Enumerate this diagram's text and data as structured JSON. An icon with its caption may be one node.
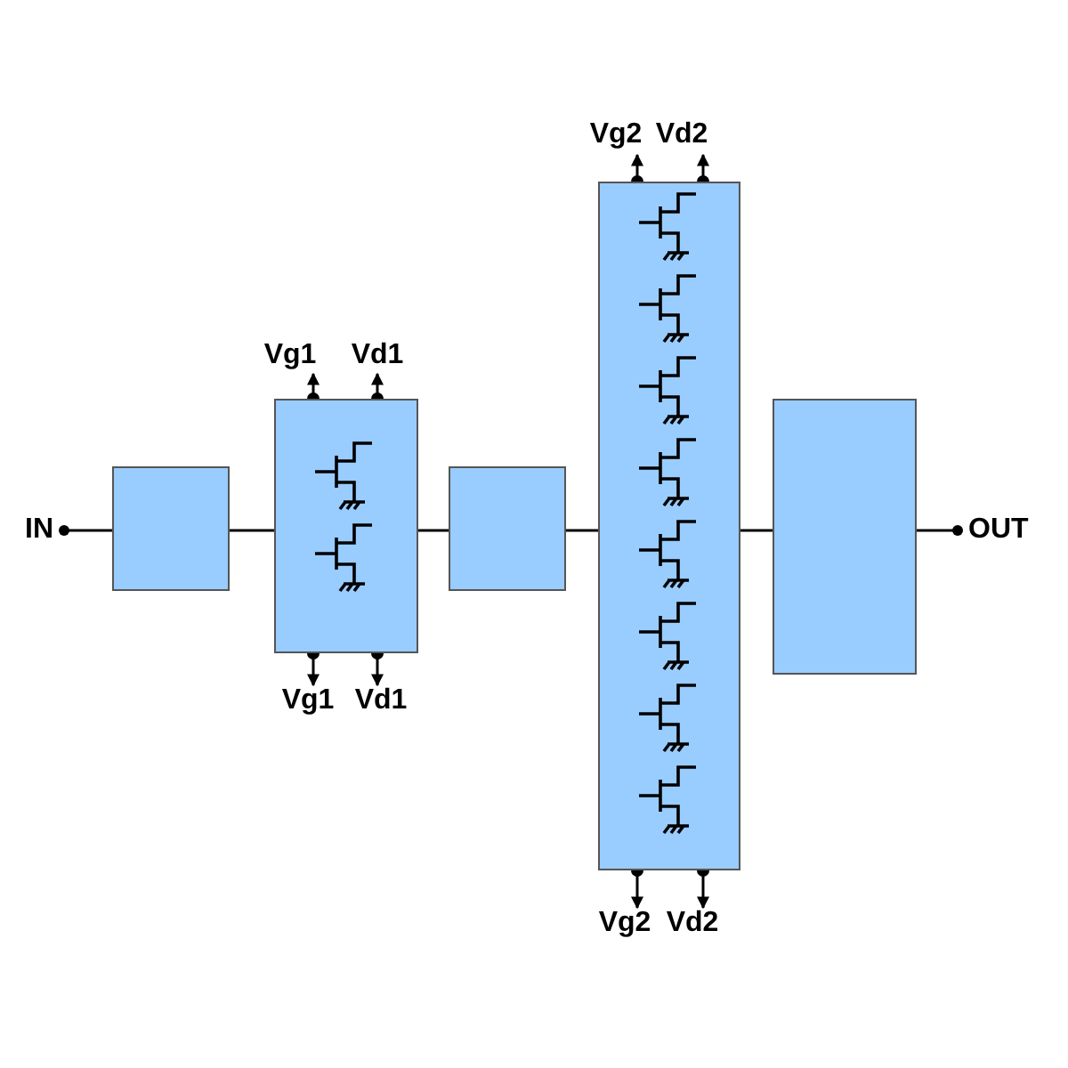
{
  "diagram": {
    "nodes": [
      {
        "text": [
          "Vg2"
        ]
      },
      {
        "text": [
          "Vd2"
        ]
      },
      {
        "text": [
          "Vg1"
        ]
      },
      {
        "text": [
          "Vd1"
        ]
      },
      {
        "text": [
          "IN"
        ]
      },
      {
        "text": [],
        "shape": "box"
      },
      {
        "text": [],
        "shape": "box"
      },
      {
        "text": [],
        "shape": "box"
      },
      {
        "text": [],
        "shape": "box"
      },
      {
        "text": [],
        "shape": "box"
      },
      {
        "text": [
          "OUT"
        ]
      },
      {
        "text": [
          "Vg1"
        ]
      },
      {
        "text": [
          "Vd1"
        ]
      },
      {
        "text": [
          "Vg2"
        ]
      },
      {
        "text": [
          "Vd2"
        ]
      }
    ],
    "edges": [
      {
        "from": 5,
        "to": 4,
        "arrow": "other"
      },
      {
        "from": 5,
        "to": 6,
        "arrow": "none"
      },
      {
        "from": 6,
        "to": 7,
        "arrow": "none"
      },
      {
        "from": 7,
        "to": 8,
        "arrow": "none"
      },
      {
        "from": 8,
        "to": 9,
        "arrow": "none"
      },
      {
        "from": 9,
        "to": 10,
        "arrow": "other"
      },
      {
        "from": 6,
        "to": 2,
        "arrow": "to"
      },
      {
        "from": 6,
        "to": 3,
        "arrow": "to"
      },
      {
        "from": 6,
        "to": 11,
        "arrow": "to"
      },
      {
        "from": 6,
        "to": 12,
        "arrow": "to"
      },
      {
        "from": 8,
        "to": 0,
        "arrow": "to"
      },
      {
        "from": 8,
        "to": 1,
        "arrow": "to"
      },
      {
        "from": 8,
        "to": 13,
        "arrow": "to"
      },
      {
        "from": 8,
        "to": 14,
        "arrow": "to"
      }
    ]
  }
}
